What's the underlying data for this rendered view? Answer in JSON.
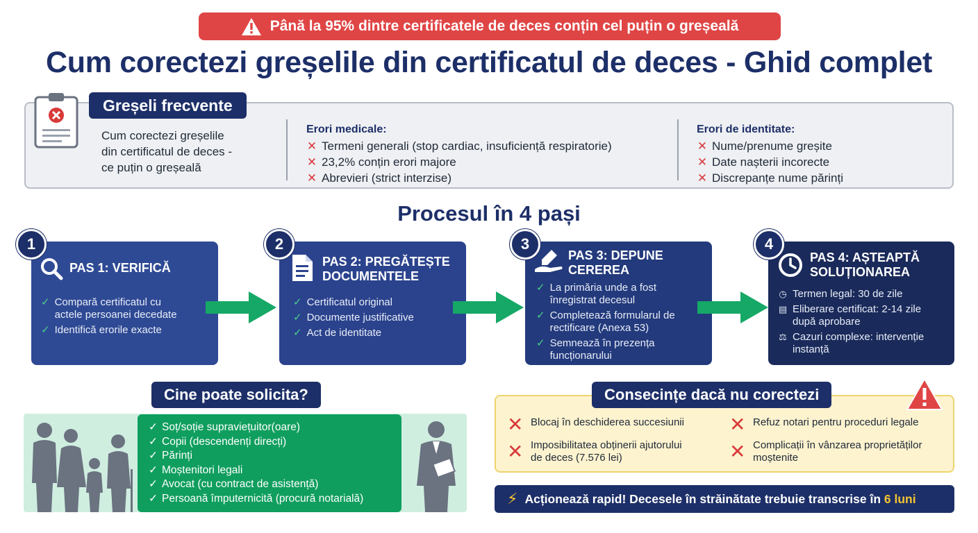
{
  "alert": {
    "text": "Până la 95% dintre certificatele de deces conțin cel puțin o greșeală",
    "icon": "warning-icon"
  },
  "title": "Cum corectezi greșelile din certificatul de deces - Ghid complet",
  "errors": {
    "tag": "Greșeli frecvente",
    "intro": [
      "Cum corectezi greșelile",
      "din certificatul de deces -",
      "ce puțin o greșeală"
    ],
    "medical": {
      "title": "Erori medicale:",
      "items": [
        "Termeni generali (stop cardiac, insuficiență respiratorie)",
        "23,2% conțin erori majore",
        "Abrevieri (strict interzise)"
      ]
    },
    "identity": {
      "title": "Erori de identitate:",
      "items": [
        "Nume/prenume greșite",
        "Date nașterii incorecte",
        "Discrepanțe nume părinți"
      ]
    }
  },
  "process": {
    "title": "Procesul în 4 pași",
    "steps": [
      {
        "num": "1",
        "title": [
          "PAS 1: VERIFICĂ"
        ],
        "items": [
          [
            "Compară certificatul cu",
            "actele persoanei decedate"
          ],
          [
            "Identifică erorile exacte"
          ]
        ],
        "color": "#2f4a94"
      },
      {
        "num": "2",
        "title": [
          "PAS 2: PREGĂTEȘTE",
          "DOCUMENTELE"
        ],
        "items": [
          [
            "Certificatul original"
          ],
          [
            "Documente justificative"
          ],
          [
            "Act de identitate"
          ]
        ],
        "color": "#2b438d"
      },
      {
        "num": "3",
        "title": [
          "PAS 3: DEPUNE",
          "CEREREA"
        ],
        "items": [
          [
            "La primăria unde a fost",
            "înregistrat decesul"
          ],
          [
            "Completează formularul de",
            "rectificare (Anexa 53)"
          ],
          [
            "Semnează în prezența",
            "funcționarului"
          ]
        ],
        "color": "#233a7c"
      },
      {
        "num": "4",
        "title": [
          "PAS 4: AȘTEAPTĂ",
          "SOLUȚIONAREA"
        ],
        "items": [
          [
            "Termen legal: 30 de zile"
          ],
          [
            "Eliberare certificat: 2-14 zile",
            "după aprobare"
          ],
          [
            "Cazuri complexe: intervenție",
            "instanță"
          ]
        ],
        "color": "#1a2a5a"
      }
    ]
  },
  "who": {
    "tag": "Cine poate solicita?",
    "items": [
      "Soț/soție supraviețuitor(oare)",
      "Copii (descendenți direcți)",
      "Părinți",
      "Moștenitori legali",
      "Avocat (cu contract de asistență)",
      "Persoană împuternicită (procură notarială)"
    ]
  },
  "consequences": {
    "tag": "Consecințe dacă nu corectezi",
    "items": [
      [
        "Blocaj în deschiderea succesiunii"
      ],
      [
        "Refuz notari pentru proceduri legale"
      ],
      [
        "Imposibilitatea obținerii ajutorului",
        "de deces (7.576 lei)"
      ],
      [
        "Complicații în vânzarea proprietăților",
        "moștenite"
      ]
    ]
  },
  "rapid": {
    "text": "Acționează rapid! Decesele în străinătate trebuie transcrise în",
    "highlight": "6 luni"
  },
  "colors": {
    "navy": "#1d2f68",
    "alert_red": "#e04545",
    "green": "#0f9e5e",
    "arrow_green": "#16a866"
  }
}
